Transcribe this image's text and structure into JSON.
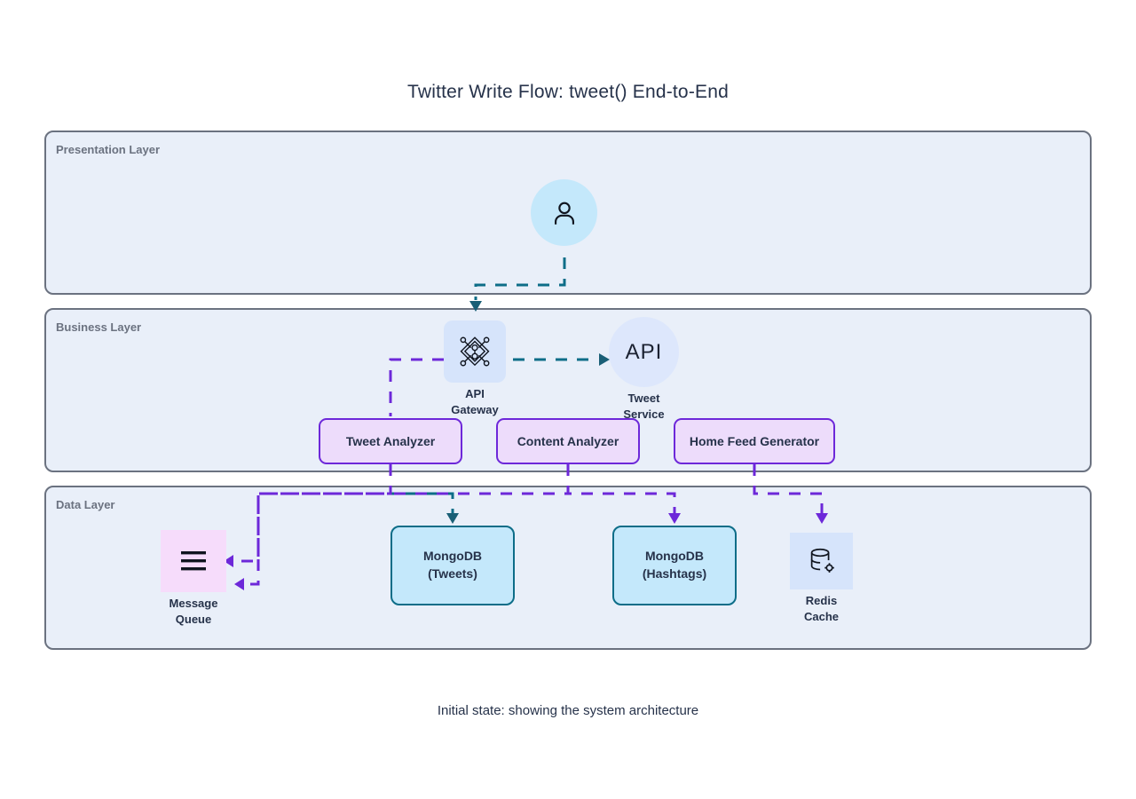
{
  "diagram": {
    "title": "Twitter Write Flow: tweet() End-to-End",
    "caption": "Initial state: showing the system architecture",
    "colors": {
      "layer_fill": "#e9eff9",
      "layer_border": "#6b7280",
      "teal_edge": "#0d6d88",
      "purple_edge": "#6d28d9",
      "text": "#26324a"
    }
  },
  "layers": [
    {
      "id": "presentation",
      "label": "Presentation Layer"
    },
    {
      "id": "business",
      "label": "Business Layer"
    },
    {
      "id": "data",
      "label": "Data Layer"
    }
  ],
  "nodes": {
    "user": {
      "label": "",
      "icon": "user-icon"
    },
    "api_gateway": {
      "label": "API\nGateway",
      "icon": "api-gateway-icon"
    },
    "tweet_service": {
      "label": "Tweet\nService",
      "badge": "API",
      "icon": "api-badge-icon"
    },
    "tweet_analyzer": {
      "label": "Tweet Analyzer"
    },
    "content_analyzer": {
      "label": "Content Analyzer"
    },
    "home_feed_generator": {
      "label": "Home Feed Generator"
    },
    "message_queue": {
      "label": "Message\nQueue",
      "icon": "queue-icon"
    },
    "mongodb_tweets": {
      "label": "MongoDB\n(Tweets)"
    },
    "mongodb_hashtags": {
      "label": "MongoDB\n(Hashtags)"
    },
    "redis_cache": {
      "label": "Redis\nCache",
      "icon": "database-gear-icon"
    }
  },
  "edges": [
    {
      "id": "user-to-api-gateway",
      "from": "user",
      "to": "api_gateway",
      "style": "dashed",
      "color": "#0d6d88"
    },
    {
      "id": "api-gateway-to-tweet-service",
      "from": "api_gateway",
      "to": "tweet_service",
      "style": "dashed",
      "color": "#0d6d88"
    },
    {
      "id": "api-gateway-to-tweet-analyzer",
      "from": "api_gateway",
      "to": "tweet_analyzer",
      "style": "dashed",
      "color": "#6d28d9"
    },
    {
      "id": "tweet-analyzer-to-message-queue",
      "from": "tweet_analyzer",
      "to": "message_queue",
      "style": "dashed",
      "color": "#6d28d9"
    },
    {
      "id": "tweet-analyzer-to-mongodb-tweets",
      "from": "tweet_analyzer",
      "to": "mongodb_tweets",
      "style": "solid",
      "color": "#0d6d88"
    },
    {
      "id": "content-analyzer-to-message-queue",
      "from": "content_analyzer",
      "to": "message_queue",
      "style": "dashed",
      "color": "#6d28d9"
    },
    {
      "id": "content-analyzer-to-mongodb-hashtags",
      "from": "content_analyzer",
      "to": "mongodb_hashtags",
      "style": "dashed",
      "color": "#6d28d9"
    },
    {
      "id": "home-feed-generator-to-redis-cache",
      "from": "home_feed_generator",
      "to": "redis_cache",
      "style": "dashed",
      "color": "#6d28d9"
    }
  ]
}
